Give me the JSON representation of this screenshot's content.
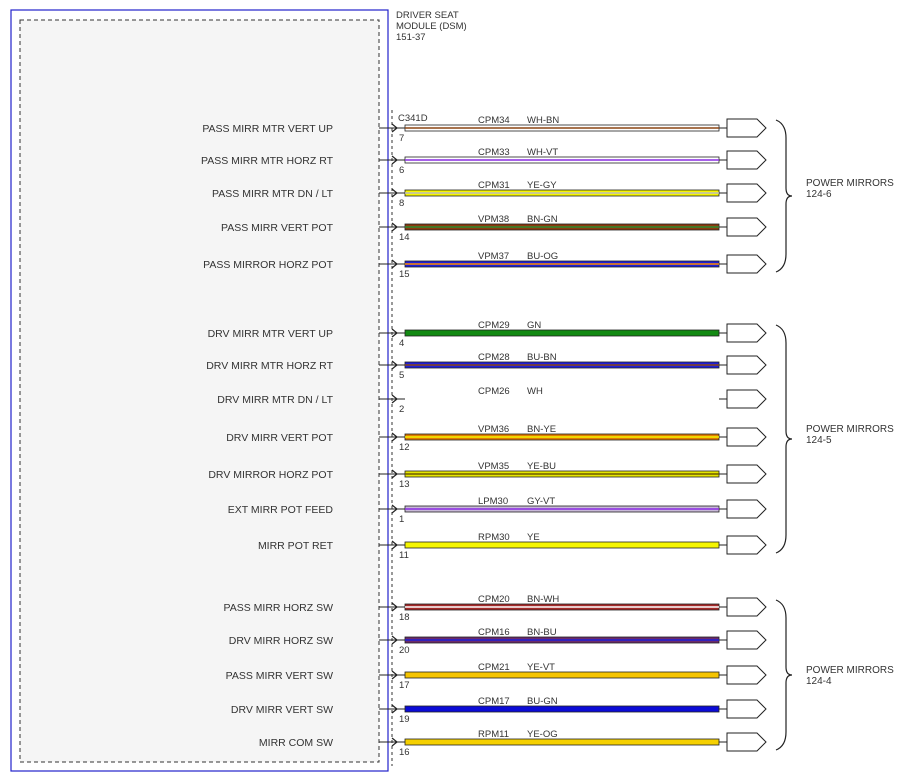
{
  "module": {
    "title_lines": [
      "DRIVER SEAT",
      "MODULE (DSM)",
      "151-37"
    ],
    "connector": "C341D"
  },
  "groups": [
    {
      "label_lines": [
        "POWER MIRRORS",
        "124-6"
      ]
    },
    {
      "label_lines": [
        "POWER MIRRORS",
        "124-5"
      ]
    },
    {
      "label_lines": [
        "POWER MIRRORS",
        "124-4"
      ]
    }
  ],
  "wires": [
    {
      "signal": "PASS MIRR MTR VERT UP",
      "pin": "7",
      "circuit": "CPM34",
      "color_code": "WH-BN",
      "group": 0,
      "colors": [
        "#ffffff",
        "#8b4513"
      ],
      "connected": true
    },
    {
      "signal": "PASS MIRR MTR HORZ RT",
      "pin": "6",
      "circuit": "CPM33",
      "color_code": "WH-VT",
      "group": 0,
      "colors": [
        "#ffffff",
        "#8a2be2"
      ],
      "connected": true
    },
    {
      "signal": "PASS MIRR MTR DN / LT",
      "pin": "8",
      "circuit": "CPM31",
      "color_code": "YE-GY",
      "group": 0,
      "colors": [
        "#f5f500",
        "#bdbdbd"
      ],
      "connected": true
    },
    {
      "signal": "PASS MIRR VERT POT",
      "pin": "14",
      "circuit": "VPM38",
      "color_code": "BN-GN",
      "group": 0,
      "colors": [
        "#8b3a0f",
        "#2e8b2e"
      ],
      "connected": true
    },
    {
      "signal": "PASS MIRROR HORZ POT",
      "pin": "15",
      "circuit": "VPM37",
      "color_code": "BU-OG",
      "group": 0,
      "colors": [
        "#1f1fd6",
        "#ff8c00"
      ],
      "connected": true
    },
    {
      "signal": "DRV MIRR MTR VERT UP",
      "pin": "4",
      "circuit": "CPM29",
      "color_code": "GN",
      "group": 1,
      "colors": [
        "#138a13",
        "#138a13"
      ],
      "connected": true
    },
    {
      "signal": "DRV MIRR MTR HORZ RT",
      "pin": "5",
      "circuit": "CPM28",
      "color_code": "BU-BN",
      "group": 1,
      "colors": [
        "#1f1fd6",
        "#8b4513"
      ],
      "connected": true
    },
    {
      "signal": "DRV MIRR MTR DN / LT",
      "pin": "2",
      "circuit": "CPM26",
      "color_code": "WH",
      "group": 1,
      "colors": [
        "#ffffff",
        "#ffffff"
      ],
      "connected": false
    },
    {
      "signal": "DRV MIRR VERT POT",
      "pin": "12",
      "circuit": "VPM36",
      "color_code": "BN-YE",
      "group": 1,
      "colors": [
        "#e07b00",
        "#f5f500"
      ],
      "connected": true
    },
    {
      "signal": "DRV MIRROR HORZ POT",
      "pin": "13",
      "circuit": "VPM35",
      "color_code": "YE-BU",
      "group": 1,
      "colors": [
        "#e6e600",
        "#6b5a00"
      ],
      "connected": true
    },
    {
      "signal": "EXT MIRR POT FEED",
      "pin": "1",
      "circuit": "LPM30",
      "color_code": "GY-VT",
      "group": 1,
      "colors": [
        "#c8b8d8",
        "#8a2be2"
      ],
      "connected": true
    },
    {
      "signal": "MIRR POT RET",
      "pin": "11",
      "circuit": "RPM30",
      "color_code": "YE",
      "group": 1,
      "colors": [
        "#f5f500",
        "#f5f500"
      ],
      "connected": true
    },
    {
      "signal": "PASS MIRR HORZ SW",
      "pin": "18",
      "circuit": "CPM20",
      "color_code": "BN-WH",
      "group": 2,
      "colors": [
        "#a52a2a",
        "#ffffff"
      ],
      "connected": true
    },
    {
      "signal": "DRV MIRR HORZ SW",
      "pin": "20",
      "circuit": "CPM16",
      "color_code": "BN-BU",
      "group": 2,
      "colors": [
        "#6b2a6b",
        "#1f1fd6"
      ],
      "connected": true
    },
    {
      "signal": "PASS MIRR VERT SW",
      "pin": "17",
      "circuit": "CPM21",
      "color_code": "YE-VT",
      "group": 2,
      "colors": [
        "#f5c400",
        "#f5c400"
      ],
      "connected": true
    },
    {
      "signal": "DRV MIRR VERT SW",
      "pin": "19",
      "circuit": "CPM17",
      "color_code": "BU-GN",
      "group": 2,
      "colors": [
        "#0b0bd6",
        "#0b0bd6"
      ],
      "connected": true
    },
    {
      "signal": "MIRR COM SW",
      "pin": "16",
      "circuit": "RPM11",
      "color_code": "YE-OG",
      "group": 2,
      "colors": [
        "#f5d000",
        "#f5d000"
      ],
      "connected": true
    }
  ]
}
